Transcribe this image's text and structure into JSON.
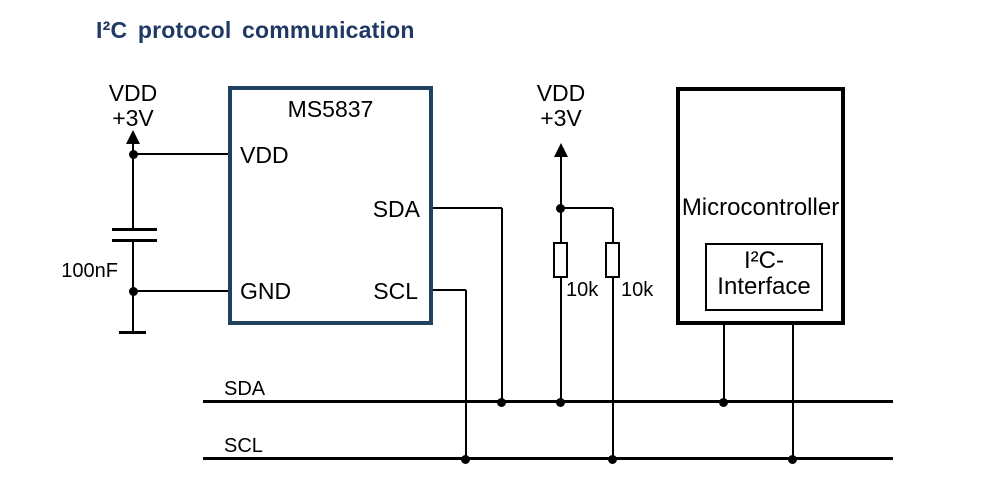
{
  "title": "I²C protocol communication",
  "colors": {
    "title_text": "#1f3864",
    "sensor_border": "#20415f",
    "wire": "#000000",
    "background": "#ffffff"
  },
  "left_supply": {
    "rail_label_line1": "VDD",
    "rail_label_line2": "+3V",
    "capacitor_value": "100nF"
  },
  "sensor": {
    "name": "MS5837",
    "pin_vdd": "VDD",
    "pin_gnd": "GND",
    "pin_sda": "SDA",
    "pin_scl": "SCL"
  },
  "pullup_supply": {
    "rail_label_line1": "VDD",
    "rail_label_line2": "+3V",
    "resistor_left_value": "10k",
    "resistor_right_value": "10k"
  },
  "microcontroller": {
    "name": "Microcontroller",
    "interface_line1": "I²C-",
    "interface_line2": "Interface"
  },
  "bus": {
    "sda_label": "SDA",
    "scl_label": "SCL"
  }
}
